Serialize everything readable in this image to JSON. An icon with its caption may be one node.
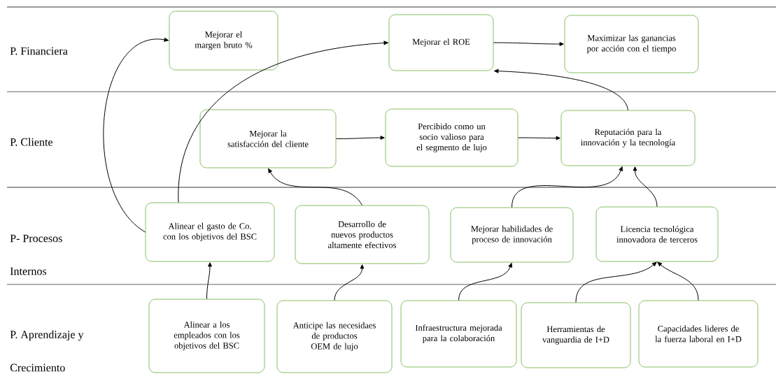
{
  "diagram": {
    "nodes": [
      {
        "text": [
          "Mejorar el margen bruto %"
        ]
      },
      {
        "text": [
          "Mejorar el ROE"
        ]
      },
      {
        "text": [
          "Maximizar las ganancias por acción con el tiempo"
        ]
      },
      {
        "text": [
          "Mejorar la satisfacción del cliente"
        ]
      },
      {
        "text": [
          "Percibido como un socio valioso para el segmento de lujo"
        ]
      },
      {
        "text": [
          "Reputación para la innovación y la tecnología"
        ]
      },
      {
        "text": [
          "Alinear el gasto de Co. con los objetivos del BSC"
        ]
      },
      {
        "text": [
          "Desarrollo de nuevos productos altamente efectivos"
        ]
      },
      {
        "text": [
          "Mejorar habilidades de proceso de innovación"
        ]
      },
      {
        "text": [
          "Licencia tecnológica innovadora de terceros"
        ]
      },
      {
        "text": [
          "Alinear a los empleados con los objetivos del BSC"
        ]
      },
      {
        "text": [
          "Anticipe las necesidaes de productos OEM de lujo"
        ]
      },
      {
        "text": [
          "Infraestructura mejorada para la colaboración"
        ]
      },
      {
        "text": [
          "Herramientas de vanguardia de I+D"
        ]
      },
      {
        "text": [
          "Capacidades lideres de la fuerza laboral en I+D"
        ]
      }
    ],
    "edges": [
      {
        "from": 6,
        "to": 0,
        "arrow": "to"
      },
      {
        "from": 6,
        "to": 1,
        "arrow": "to"
      },
      {
        "from": 1,
        "to": 2,
        "arrow": "to"
      },
      {
        "from": 3,
        "to": 4,
        "arrow": "to"
      },
      {
        "from": 4,
        "to": 5,
        "arrow": "to"
      },
      {
        "from": 5,
        "to": 1,
        "arrow": "to"
      },
      {
        "from": 7,
        "to": 3,
        "arrow": "to"
      },
      {
        "from": 8,
        "to": 5,
        "arrow": "to"
      },
      {
        "from": 9,
        "to": 5,
        "arrow": "to"
      },
      {
        "from": 10,
        "to": 6,
        "arrow": "to"
      },
      {
        "from": 11,
        "to": 7,
        "arrow": "to"
      },
      {
        "from": 12,
        "to": 8,
        "arrow": "to"
      },
      {
        "from": 13,
        "to": 9,
        "arrow": "to"
      },
      {
        "from": 14,
        "to": 9,
        "arrow": "to"
      }
    ],
    "labels": [
      "P. Financiera",
      "P. Cliente",
      "P- Procesos",
      "Internos",
      "P. Aprendizaje y",
      "Crecimiento"
    ]
  }
}
